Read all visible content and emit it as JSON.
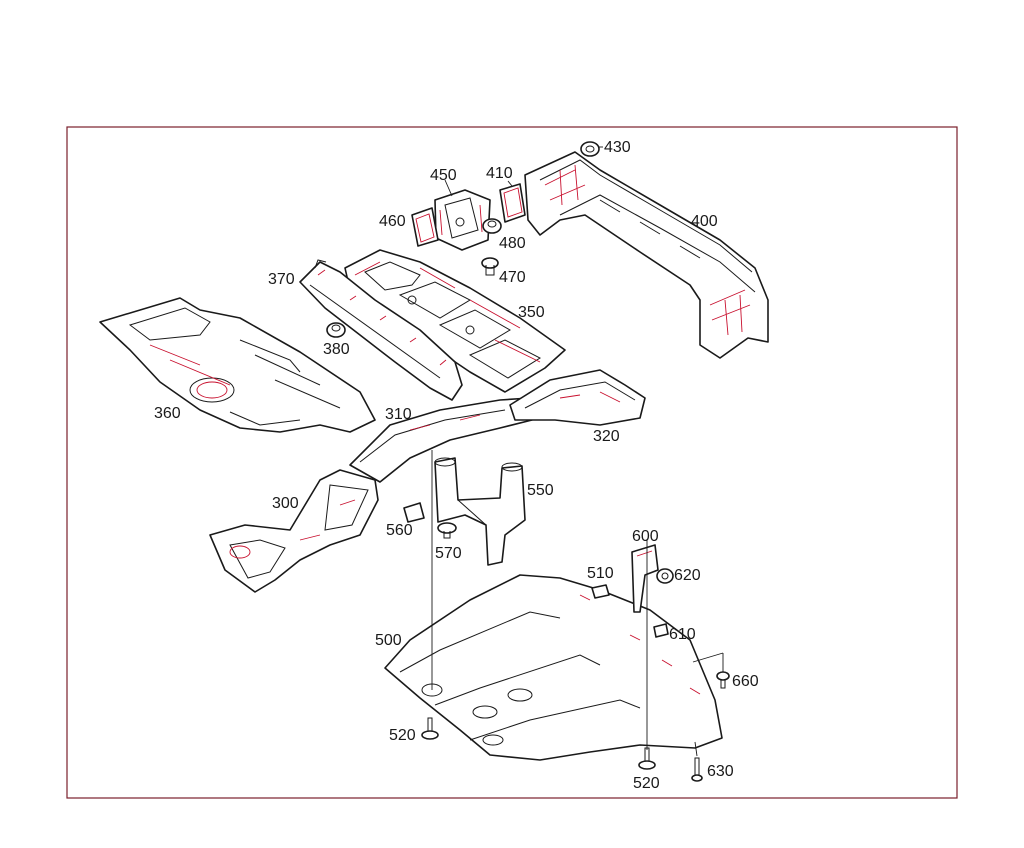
{
  "diagram": {
    "accent_color": "#c8102e",
    "frame_color": "#7a1f2b",
    "callouts": {
      "c300": "300",
      "c310": "310",
      "c320": "320",
      "c350": "350",
      "c360": "360",
      "c370": "370",
      "c380": "380",
      "c400": "400",
      "c410": "410",
      "c430": "430",
      "c450": "450",
      "c460": "460",
      "c470": "470",
      "c480": "480",
      "c500": "500",
      "c510": "510",
      "c520a": "520",
      "c520b": "520",
      "c550": "550",
      "c560": "560",
      "c570": "570",
      "c600": "600",
      "c610": "610",
      "c620": "620",
      "c630": "630",
      "c660": "660"
    }
  }
}
